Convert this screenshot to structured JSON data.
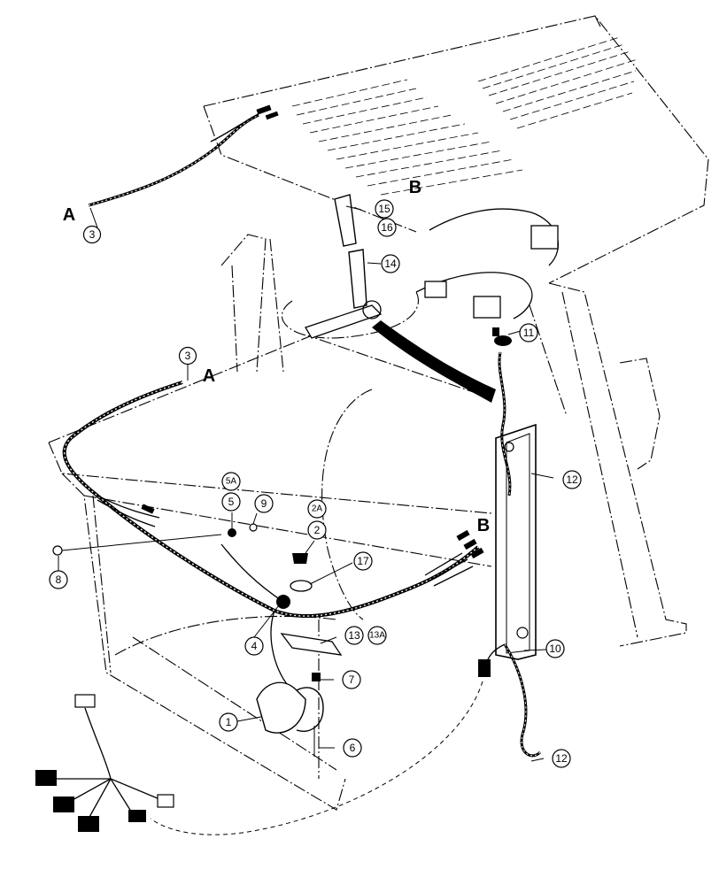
{
  "callouts": {
    "c1": "1",
    "c2": "2",
    "c2a": "2A",
    "c3_top": "3",
    "c3_mid": "3",
    "c4": "4",
    "c5": "5",
    "c5a": "5A",
    "c6": "6",
    "c7": "7",
    "c8": "8",
    "c9": "9",
    "c10": "10",
    "c11": "11",
    "c12_upper": "12",
    "c12_lower": "12",
    "c13": "13",
    "c13a": "13A",
    "c14": "14",
    "c15": "15",
    "c16": "16",
    "c17": "17"
  },
  "letters": {
    "a_top": "A",
    "a_mid": "A",
    "b_top": "B",
    "b_right": "B"
  }
}
